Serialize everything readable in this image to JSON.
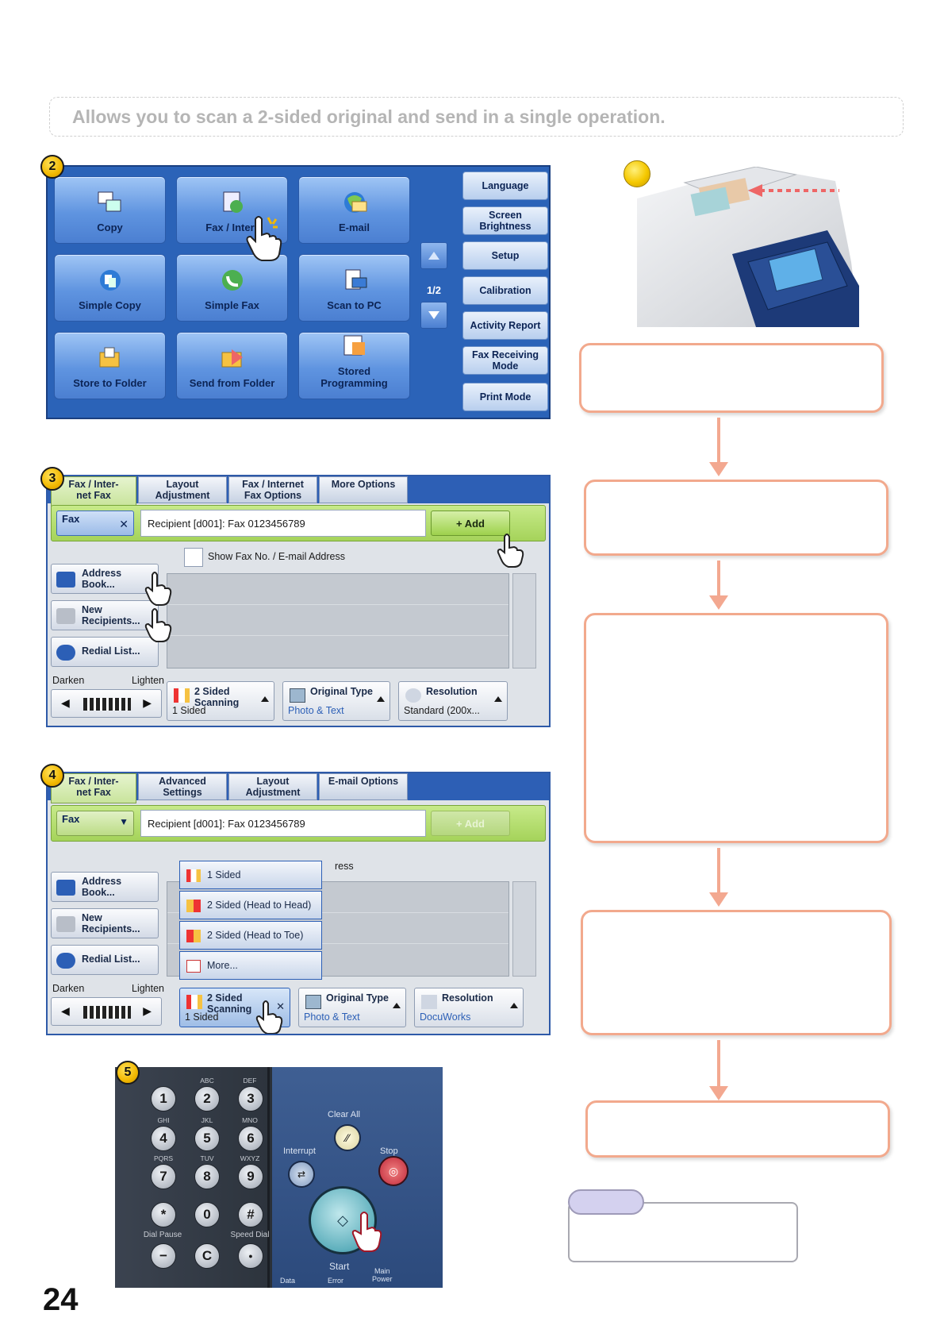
{
  "intro": {
    "text": "Allows you to scan a 2-sided original and send in a single operation."
  },
  "steps": {
    "s2": "2",
    "s3": "3",
    "s4": "4",
    "s5": "5"
  },
  "home_menu": {
    "tiles": [
      "Copy",
      "Fax / Interr",
      "E-mail",
      "Simple Copy",
      "Simple Fax",
      "Scan to PC",
      "Store to Folder",
      "Send from Folder",
      "Stored Programming"
    ],
    "page_indicator": "1/2",
    "side_buttons": [
      "Language",
      "Screen Brightness",
      "Setup",
      "Calibration",
      "Activity Report",
      "Fax Receiving Mode",
      "Print Mode"
    ]
  },
  "fax_screen": {
    "tabs": [
      "Fax / Inter-\nnet Fax",
      "Layout\nAdjustment",
      "Fax / Internet\nFax Options",
      "More Options"
    ],
    "address_type": "Fax",
    "recipient": "Recipient [d001]: Fax 0123456789",
    "add_label": "+ Add",
    "show_fax_label": "Show Fax No. / E-mail Address",
    "left_buttons": [
      "Address\nBook...",
      "New\nRecipients...",
      "Redial List..."
    ],
    "darken": "Darken",
    "lighten": "Lighten",
    "two_sided": {
      "title": "2 Sided\nScanning",
      "value": "1 Sided"
    },
    "original_type": {
      "title": "Original Type",
      "value": "Photo & Text"
    },
    "resolution": {
      "title": "Resolution",
      "value": "Standard (200x..."
    }
  },
  "scan_screen": {
    "tabs": [
      "Fax / Inter-\nnet Fax",
      "Advanced\nSettings",
      "Layout\nAdjustment",
      "E-mail Options"
    ],
    "address_type": "Fax",
    "recipient": "Recipient [d001]: Fax 0123456789",
    "add_label": "+ Add",
    "behind_text": "ress",
    "left_buttons": [
      "Address\nBook...",
      "New\nRecipients...",
      "Redial List..."
    ],
    "dropdown": [
      "1 Sided",
      "2 Sided (Head to Head)",
      "2 Sided (Head to Toe)",
      "More..."
    ],
    "darken": "Darken",
    "lighten": "Lighten",
    "two_sided": {
      "title": "2 Sided\nScanning",
      "value": "1 Sided"
    },
    "original_type": {
      "title": "Original Type",
      "value": "Photo & Text"
    },
    "resolution": {
      "title": "Resolution",
      "value": "DocuWorks"
    }
  },
  "keypad": {
    "keys": [
      "1",
      "2",
      "3",
      "4",
      "5",
      "6",
      "7",
      "8",
      "9",
      "*",
      "0",
      "#"
    ],
    "letters": [
      "ABC",
      "DEF",
      "GHI",
      "JKL",
      "MNO",
      "PQRS",
      "TUV",
      "WXYZ"
    ],
    "dial_pause": "Dial Pause",
    "speed_dial": "Speed Dial",
    "c_key": "C",
    "clear_all": "Clear All",
    "interrupt": "Interrupt",
    "stop": "Stop",
    "start": "Start",
    "main_power": "Main\nPower",
    "data": "Data",
    "error": "Error"
  },
  "page_number": "24",
  "colors": {
    "flow_border": "#f2a98d",
    "screen_blue": "#2b63b8",
    "badge_yellow": "#f2b800",
    "note_tab": "#d4d1ef"
  }
}
